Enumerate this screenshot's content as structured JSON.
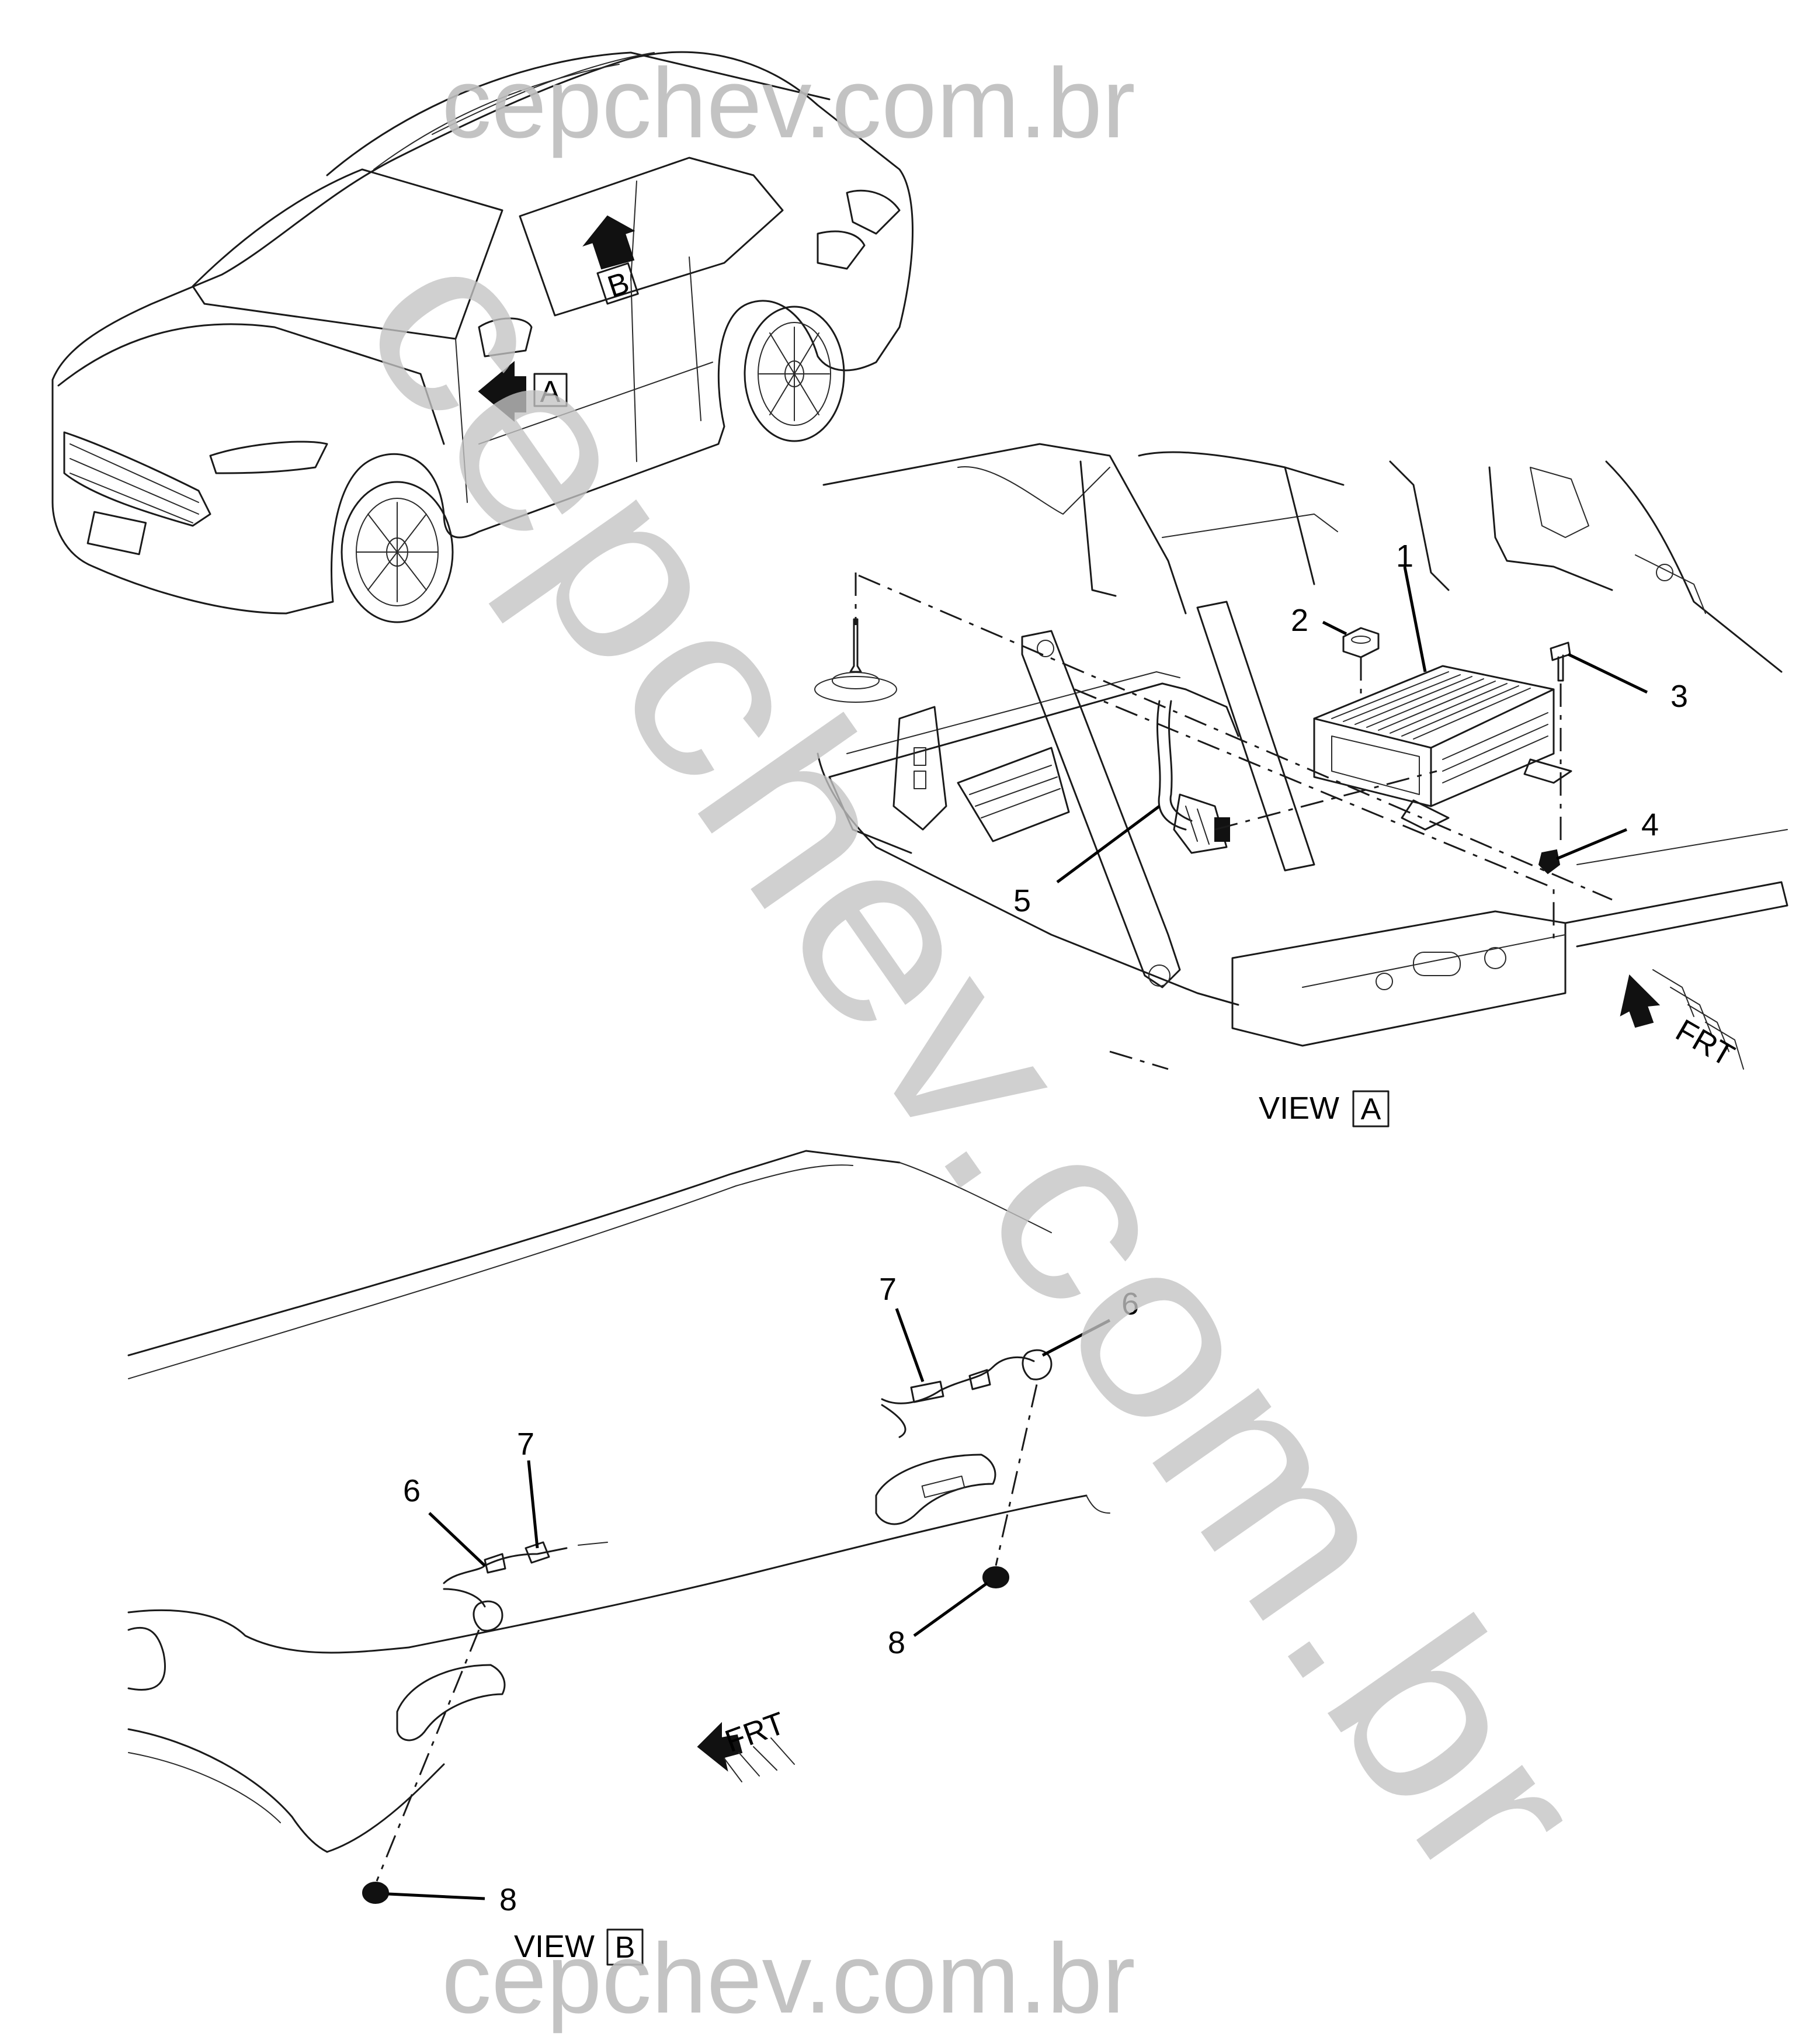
{
  "watermarks": {
    "top": "cepchev.com.br",
    "diagonal": "cepchev.com.br",
    "bottom": "cepchev.com.br"
  },
  "vehicle_overview": {
    "view_arrow_a": "A",
    "view_arrow_b": "B"
  },
  "view_a": {
    "caption_prefix": "VIEW",
    "caption_letter": "A",
    "callouts": [
      "1",
      "2",
      "3",
      "4",
      "5"
    ],
    "front_indicator": "FRT"
  },
  "view_b": {
    "caption_prefix": "VIEW",
    "caption_letter": "B",
    "callouts_left": [
      "6",
      "7",
      "8"
    ],
    "callouts_right": [
      "7",
      "6",
      "8"
    ],
    "front_indicator": "FRT"
  }
}
